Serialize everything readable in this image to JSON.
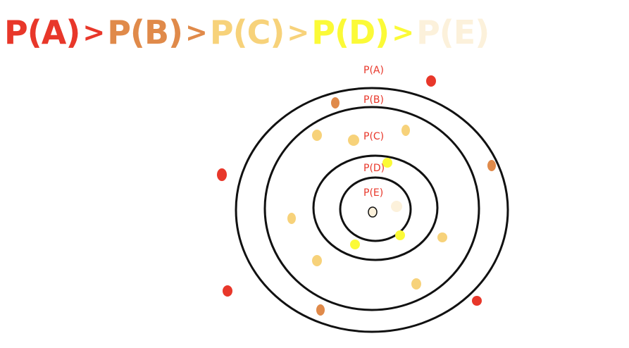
{
  "headline": {
    "items": [
      {
        "text": "P(A)",
        "color": "#e8372a"
      },
      {
        "text": "P(B)",
        "color": "#e08a4a"
      },
      {
        "text": "P(C)",
        "color": "#f7d27a"
      },
      {
        "text": "P(D)",
        "color": "#fbfa37"
      },
      {
        "text": "P(E)",
        "color": "#fcf1db"
      }
    ],
    "separator": ">"
  },
  "rings": {
    "stroke_color": "#111111",
    "label_color": "#e8372a",
    "labels": {
      "a": "P(A)",
      "b": "P(B)",
      "c": "P(C)",
      "d": "P(D)",
      "e": "P(E)"
    }
  },
  "dot_colors": {
    "a": "#e8372a",
    "b": "#e08a4a",
    "c": "#f7d27a",
    "d": "#fbfa37",
    "e": "#fcf1db"
  }
}
